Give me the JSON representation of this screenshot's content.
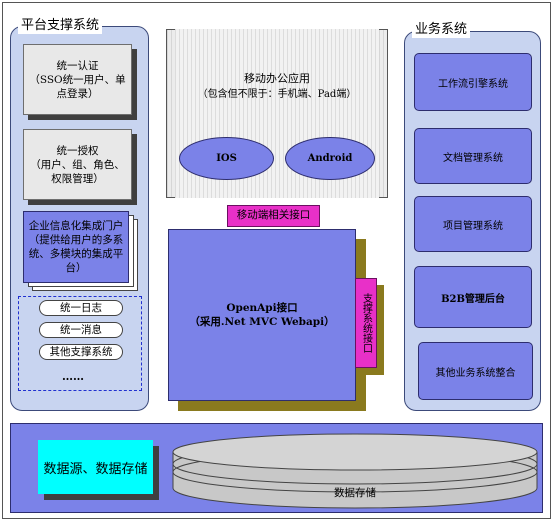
{
  "platform": {
    "title": "平台支撑系统",
    "sso": {
      "line1": "统一认证",
      "line2": "（SSO统一用户、单",
      "line3": "点登录）"
    },
    "auth": {
      "line1": "统一授权",
      "line2": "（用户、组、角色、",
      "line3": "权限管理）"
    },
    "portal": {
      "line1": "企业信息化集成门户",
      "line2": "（提供给用户的多系",
      "line3": "统、多模块的集成平",
      "line4": "台）"
    },
    "pills": [
      "统一日志",
      "统一消息",
      "其他支撑系统"
    ],
    "more": "……"
  },
  "mobile": {
    "title": "移动办公应用",
    "subtitle": "（包含但不限于：手机端、Pad端）",
    "ios": "IOS",
    "android": "Android",
    "gateway": "移动端相关接口"
  },
  "openapi": {
    "line1": "OpenApi接口",
    "line2": "（采用.Net  MVC Webapi）",
    "support_interface": "支撑系统接口"
  },
  "business": {
    "title": "业务系统",
    "items": [
      "工作流引擎系统",
      "文档管理系统",
      "项目管理系统",
      "B2B管理后台",
      "其他业务系统整合"
    ]
  },
  "data_layer": {
    "source_label": "数据源、数据存储",
    "storage_label": "数据存储"
  }
}
